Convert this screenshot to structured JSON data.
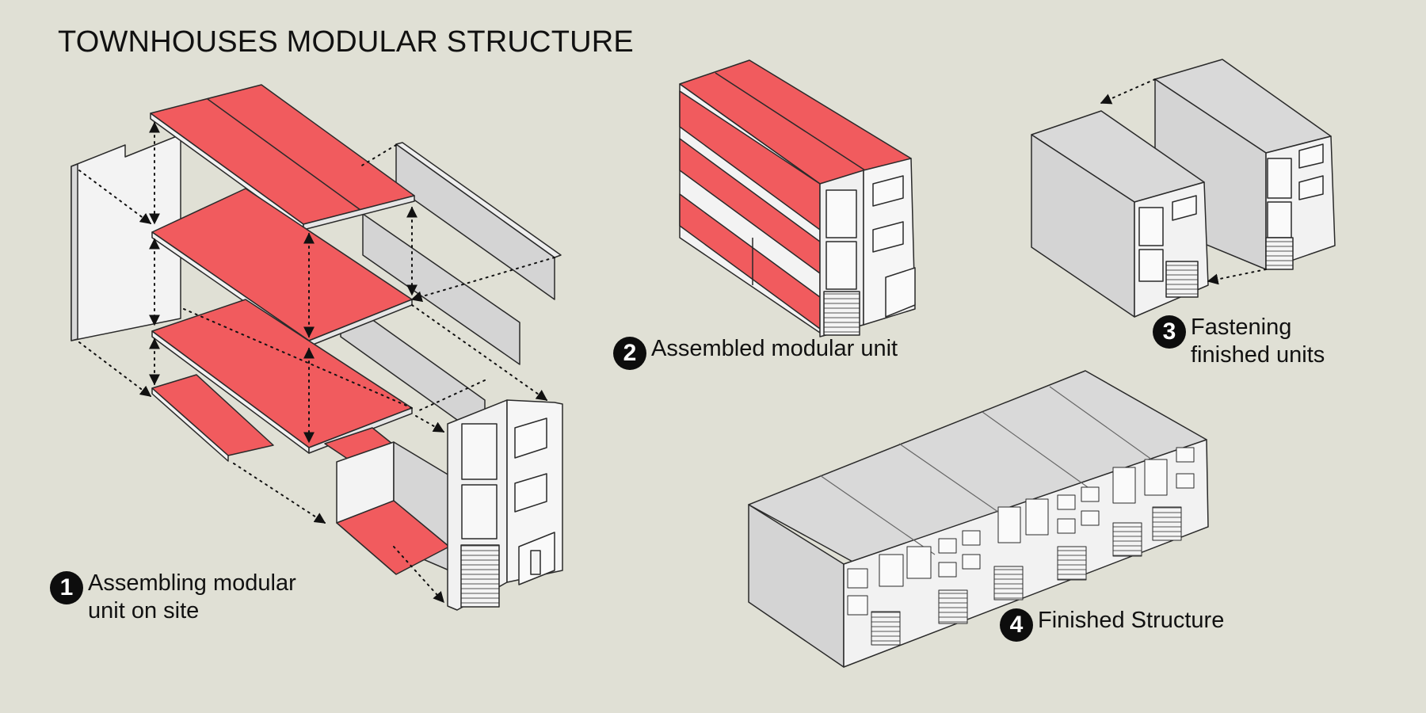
{
  "title": "TOWNHOUSES MODULAR STRUCTURE",
  "steps": [
    {
      "number": "1",
      "label_lines": [
        "Assembling modular",
        "unit on site"
      ]
    },
    {
      "number": "2",
      "label_lines": [
        "Assembled modular unit"
      ]
    },
    {
      "number": "3",
      "label_lines": [
        "Fastening",
        "finished units"
      ]
    },
    {
      "number": "4",
      "label_lines": [
        "Finished Structure"
      ]
    }
  ],
  "colors": {
    "background": "#e0e0d5",
    "floor_panel": "#f15b5e",
    "wall_light": "#f2f2f2",
    "wall_grey": "#d2d2d2",
    "outline": "#2a2a2a",
    "badge": "#0d0d0d"
  }
}
